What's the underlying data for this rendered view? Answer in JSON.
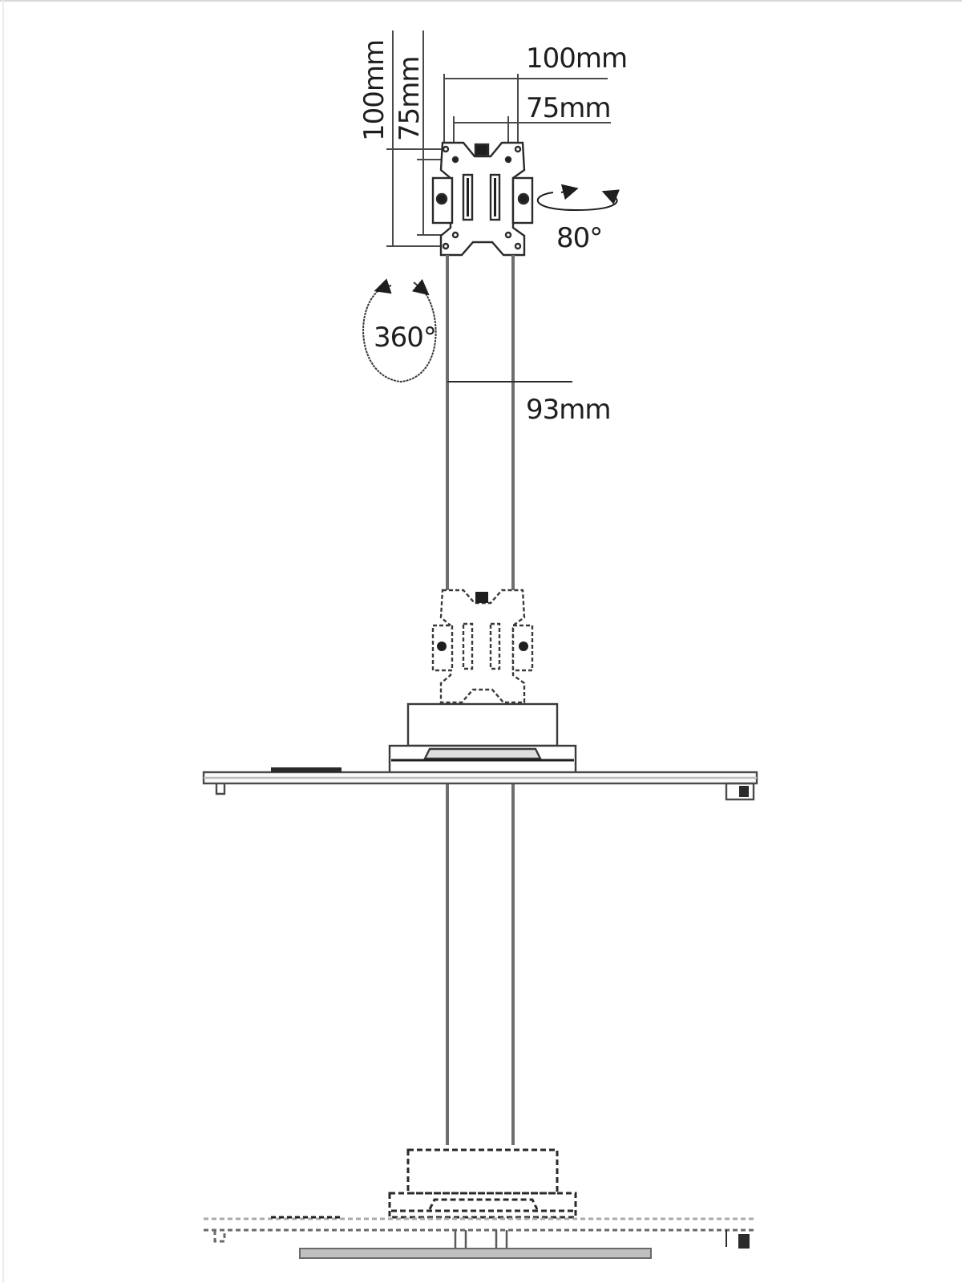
{
  "diagram": {
    "type": "technical-drawing",
    "subject": "monitor desk mount with pole and VESA plate",
    "colors": {
      "line": "#4a4a4a",
      "line_dark": "#1e1e1e",
      "pole": "#6e6e6e",
      "background": "#ffffff"
    },
    "labels": {
      "vesa_vertical_100": "100mm",
      "vesa_vertical_75": "75mm",
      "vesa_horizontal_100": "100mm",
      "vesa_horizontal_75": "75mm",
      "tilt_angle": "80°",
      "rotation_angle": "360°",
      "pole_diameter": "93mm"
    },
    "components": [
      {
        "name": "vesa-plate-top",
        "state": "solid",
        "position": "upper"
      },
      {
        "name": "pole",
        "state": "solid"
      },
      {
        "name": "vesa-plate-lower",
        "state": "dashed",
        "position": "lowered"
      },
      {
        "name": "clamp-housing-upper",
        "state": "solid"
      },
      {
        "name": "desk-top",
        "state": "solid"
      },
      {
        "name": "clamp-housing-lower",
        "state": "dashed"
      },
      {
        "name": "desk-lower",
        "state": "dashed"
      },
      {
        "name": "base-plate",
        "state": "solid"
      }
    ]
  }
}
